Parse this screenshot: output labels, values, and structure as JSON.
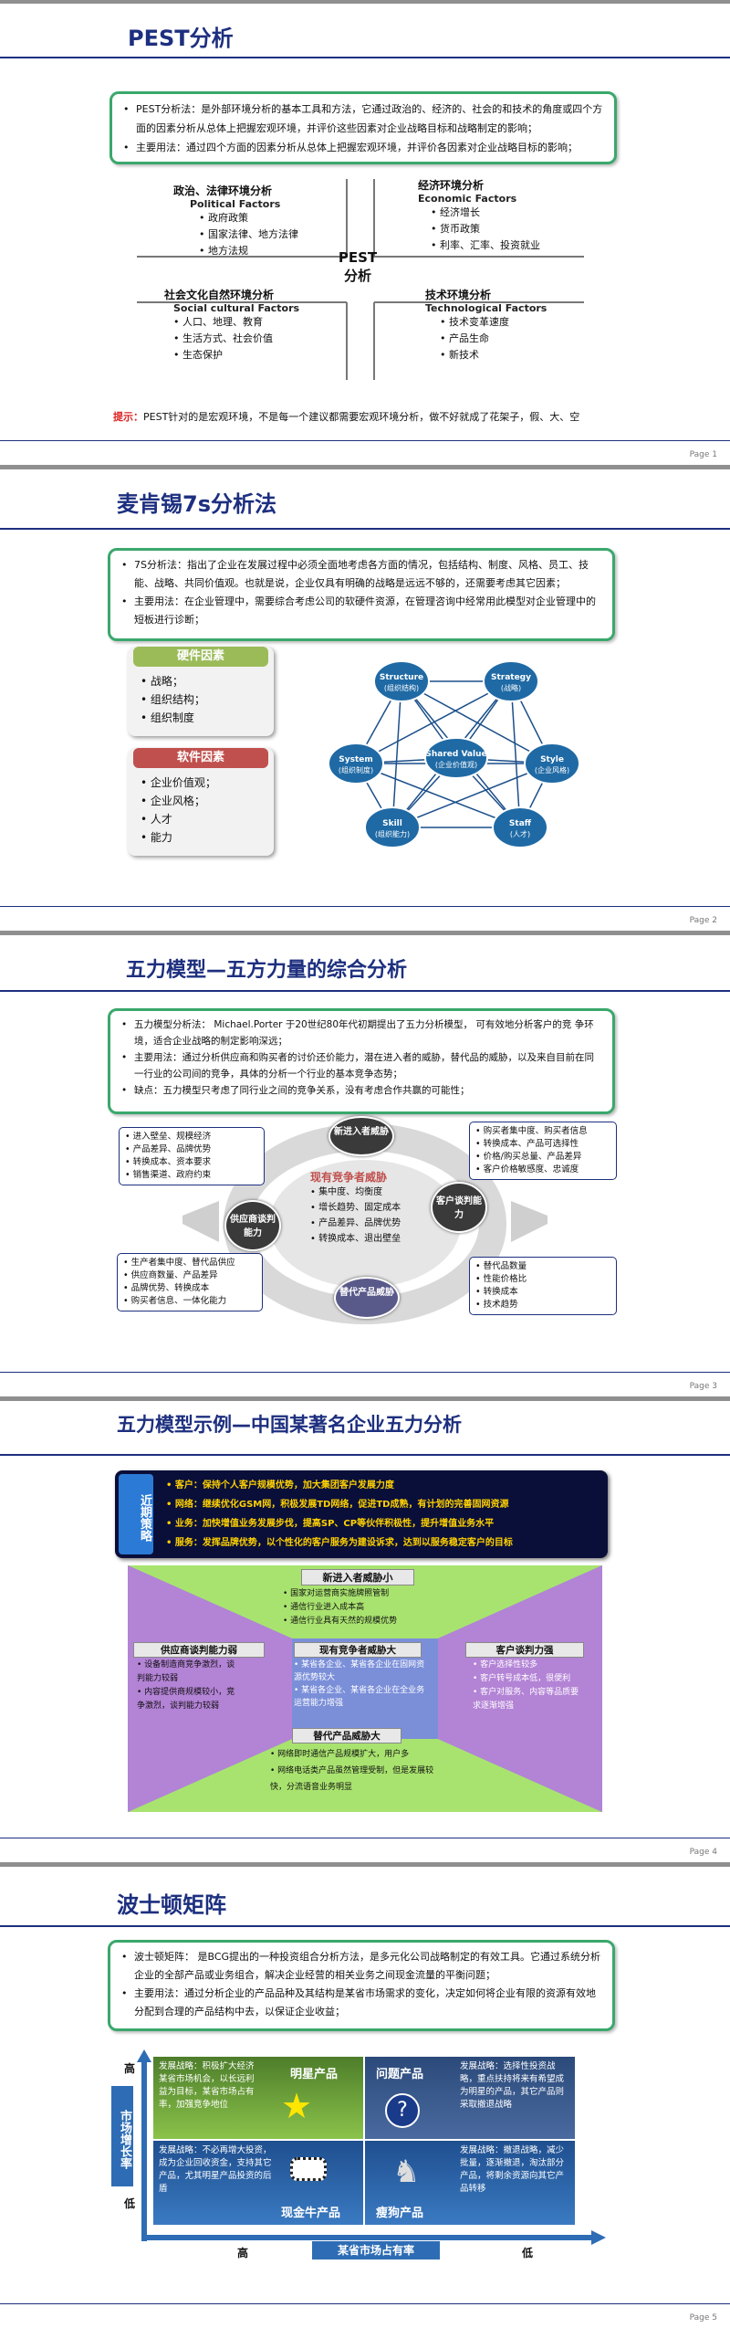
{
  "slides": [
    {
      "title": "PEST分析",
      "page": "Page 1",
      "bullets": [
        "PEST分析法：是外部环境分析的基本工具和方法，它通过政治的、经济的、社会的和技术的角度或四个方面的因素分析从总体上把握宏观环境，并评价这些因素对企业战略目标和战略制定的影响；",
        "主要用法：通过四个方面的因素分析从总体上把握宏观环境，并评价各因素对企业战略目标的影响；"
      ],
      "center": [
        "PEST",
        "分析"
      ],
      "quadrants": {
        "political": {
          "cn": "政治、法律环境分析",
          "en": "Political Factors",
          "items": [
            "政府政策",
            "国家法律、地方法律",
            "地方法规"
          ]
        },
        "economic": {
          "cn": "经济环境分析",
          "en": "Economic Factors",
          "items": [
            "经济增长",
            "货币政策",
            "利率、汇率、投资就业"
          ]
        },
        "social": {
          "cn": "社会文化自然环境分析",
          "en": "Social cultural Factors",
          "items": [
            "人口、地理、教育",
            "生活方式、社会价值",
            "生态保护"
          ]
        },
        "tech": {
          "cn": "技术环境分析",
          "en": "Technological Factors",
          "items": [
            "技术变革速度",
            "产品生命",
            "新技术"
          ]
        }
      },
      "tip_label": "提示：",
      "tip": "PEST针对的是宏观环境，不是每一个建议都需要宏观环境分析，做不好就成了花架子，假、大、空"
    },
    {
      "title": "麦肯锡7s分析法",
      "page": "Page 2",
      "bullets": [
        "7S分析法：指出了企业在发展过程中必须全面地考虑各方面的情况，包括结构、制度、风格、员工、技能、战略、共同价值观。也就是说，企业仅具有明确的战略是远远不够的，还需要考虑其它因素；",
        "主要用法：在企业管理中，需要综合考虑公司的软硬件资源，在管理咨询中经常用此模型对企业管理中的短板进行诊断；"
      ],
      "hard": {
        "label": "硬件因素",
        "items": [
          "战略；",
          "组织结构；",
          "组织制度"
        ]
      },
      "soft": {
        "label": "软件因素",
        "items": [
          "企业价值观；",
          "企业风格；",
          "人才",
          "能力"
        ]
      },
      "nodes": [
        {
          "en": "Structure",
          "cn": "(组织结构)"
        },
        {
          "en": "Strategy",
          "cn": "(战略)"
        },
        {
          "en": "System",
          "cn": "(组织制度)"
        },
        {
          "en": "Shared Value",
          "cn": "(企业价值观)"
        },
        {
          "en": "Style",
          "cn": "(企业风格)"
        },
        {
          "en": "Skill",
          "cn": "(组织能力)"
        },
        {
          "en": "Staff",
          "cn": "(人才)"
        }
      ]
    },
    {
      "title": "五力模型—五方力量的综合分析",
      "page": "Page 3",
      "bullets": [
        "五力模型分析法： Michael.Porter 于20世纪80年代初期提出了五力分析模型， 可有效地分析客户的竞 争环境，适合企业战略的制定影响深远；",
        "主要用法：通过分析供应商和购买者的讨价还价能力，潜在进入者的威胁，替代品的威胁，以及来自目前在同一行业的公司间的竞争，具体的分析一个行业的基本竞争态势；",
        "缺点：五力模型只考虑了同行业之间的竞争关系，没有考虑合作共赢的可能性；"
      ],
      "center_title": "现有竞争者威胁",
      "center_items": [
        "集中度、均衡度",
        "增长趋势、固定成本",
        "产品差异、品牌优势",
        "转换成本、退出壁垒"
      ],
      "forces": {
        "new": "新进入者威胁",
        "supplier": "供应商谈判能力",
        "buyer": "客户谈判能力",
        "substitute": "替代产品威胁"
      },
      "boxes": {
        "new": [
          "进入壁垒、规模经济",
          "产品差异、品牌优势",
          "转换成本、资本要求",
          "销售渠道、政府约束"
        ],
        "buyer_top": [
          "购买者集中度、购买者信息",
          "转换成本、产品可选择性",
          "价格/购买总量、产品差异",
          "客户价格敏感度、忠诚度"
        ],
        "supplier": [
          "生产者集中度、替代品供应",
          "供应商数量、产品差异",
          "品牌优势、转换成本",
          "购买者信息、一体化能力"
        ],
        "substitute": [
          "替代品数量",
          "性能价格比",
          "转换成本",
          "技术趋势"
        ]
      }
    },
    {
      "title": "五力模型示例—中国某著名企业五力分析",
      "page": "Page 4",
      "strategy_label": "近期策略",
      "strategy_items": [
        "客户：保持个人客户规模优势，加大集团客户发展力度",
        "网络：继续优化GSM网，积极发展TD网络，促进TD成熟，有计划的完善固网资源",
        "业务：加快增值业务发展步伐，提高SP、CP等伙伴积极性，提升增值业务水平",
        "服务：发挥品牌优势，以个性化的客户服务为建设诉求，达到以服务稳定客户的目标"
      ],
      "new_title": "新进入者威胁小",
      "new_items": [
        "国家对运营商实施牌照管制",
        "通信行业进入成本高",
        "通信行业具有天然的规模优势"
      ],
      "supplier_title": "供应商谈判能力弱",
      "supplier_items": [
        "设备制造商竞争激烈，谈判能力较弱",
        "内容提供商规模较小，竞争激烈，谈判能力较弱"
      ],
      "rival_title": "现有竞争者威胁大",
      "rival_items": [
        "某省各企业、某省各企业在固网资源优势较大",
        "某省各企业、某省各企业在全业务运营能力增强"
      ],
      "buyer_title": "客户谈判力强",
      "buyer_items": [
        "客户选择性较多",
        "客户转号成本低，很便利",
        "客户对服务、内容等品质要求逐渐增强"
      ],
      "sub_title": "替代产品威胁大",
      "sub_items": [
        "网络即时通信产品规模扩大，用户多",
        "网络电话类产品虽然管理受制，但是发展较快，分流语音业务明显"
      ]
    },
    {
      "title": "波士顿矩阵",
      "page": "Page 5",
      "bullets": [
        "波士顿矩阵： 是BCG提出的一种投资组合分析方法，是多元化公司战略制定的有效工具。它通过系统分析企业的全部产品或业务组合，解决企业经营的相关业务之间现金流量的平衡问题；",
        "主要用法：通过分析企业的产品品种及其结构是某省市场需求的变化，决定如何将企业有限的资源有效地分配到合理的产品结构中去，以保证企业收益；"
      ],
      "y_label": "市场增长率",
      "y_high": "高",
      "y_low": "低",
      "x_label": "某省市场占有率",
      "x_high": "高",
      "x_low": "低",
      "star": {
        "name": "明星产品",
        "text": "发展战略：积极扩大经济某省市场机会，以长远利益为目标，某省市场占有率，加强竞争地位"
      },
      "question": {
        "name": "问题产品",
        "text": "发展战略：选择性投资战略，重点扶持将来有希望成为明星的产品，其它产品则采取撤退战略"
      },
      "cow": {
        "name": "现金牛产品",
        "text": "发展战略：不必再增大投资，成为企业回收资金，支持其它产品，尤其明星产品投资的后盾"
      },
      "dog": {
        "name": "瘦狗产品",
        "text": "发展战略：撤退战略，减少批量，逐渐撤退，淘汰部分产品，将剩余资源向其它产品转移"
      }
    }
  ]
}
